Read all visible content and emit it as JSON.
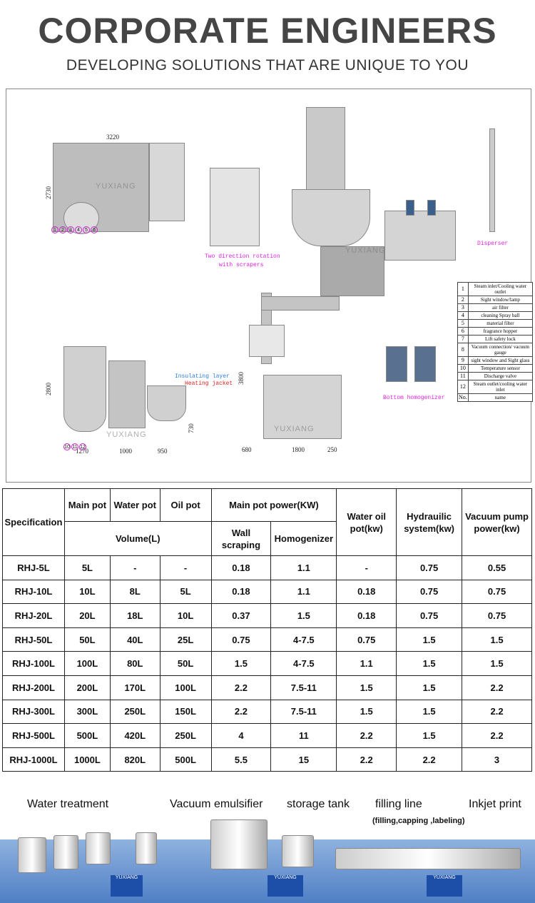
{
  "header": {
    "title": "CORPORATE ENGINEERS",
    "subtitle": "DEVELOPING SOLUTIONS THAT ARE UNIQUE TO YOU"
  },
  "drawing": {
    "watermark": "YUXIANG",
    "dims": {
      "top_width": "3220",
      "top_height": "2730",
      "front_height": "2800",
      "front_w1": "1270",
      "front_w2": "1000",
      "front_w3": "950",
      "front_h2": "730",
      "side_height": "3800",
      "side_w1": "680",
      "side_w2": "1800",
      "side_w3": "250"
    },
    "circles_top": [
      "1",
      "2",
      "3",
      "4",
      "5",
      "6"
    ],
    "circles_front": [
      "10",
      "11",
      "12"
    ],
    "labels": {
      "scrapers_1": "Two direction rotation",
      "scrapers_2": "with scrapers",
      "disperser": "Disperser",
      "insulating": "Insulating layer",
      "heating": "Heating jacket",
      "homogenizer": "Bottom homogenizer"
    },
    "legend": [
      {
        "no": "1",
        "name": "Steam inlet/Cooling water outlet"
      },
      {
        "no": "2",
        "name": "Sight window/lamp"
      },
      {
        "no": "3",
        "name": "air filter"
      },
      {
        "no": "4",
        "name": "cleaning Spray ball"
      },
      {
        "no": "5",
        "name": "material filter"
      },
      {
        "no": "6",
        "name": "fragrance hopper"
      },
      {
        "no": "7",
        "name": "Lift safety lock"
      },
      {
        "no": "8",
        "name": "Vacuum connection/ vacuum gauge"
      },
      {
        "no": "9",
        "name": "sight window and Sight glass"
      },
      {
        "no": "10",
        "name": "Temperature sensor"
      },
      {
        "no": "11",
        "name": "Discharge valve"
      },
      {
        "no": "12",
        "name": "Steam outlet/cooling water inlet"
      },
      {
        "no": "No.",
        "name": "name"
      }
    ]
  },
  "table": {
    "headers": {
      "spec": "Specification",
      "main_pot": "Main pot",
      "water_pot": "Water pot",
      "oil_pot": "Oil pot",
      "main_power": "Main pot power(KW)",
      "volume": "Volume(L)",
      "wall": "Wall scraping",
      "homo": "Homogenizer",
      "water_oil": "Water oil pot(kw)",
      "hydraulic": "Hydrauilic system(kw)",
      "vacuum": "Vacuum pump power(kw)"
    },
    "rows": [
      [
        "RHJ-5L",
        "5L",
        "-",
        "-",
        "0.18",
        "1.1",
        "-",
        "0.75",
        "0.55"
      ],
      [
        "RHJ-10L",
        "10L",
        "8L",
        "5L",
        "0.18",
        "1.1",
        "0.18",
        "0.75",
        "0.75"
      ],
      [
        "RHJ-20L",
        "20L",
        "18L",
        "10L",
        "0.37",
        "1.5",
        "0.18",
        "0.75",
        "0.75"
      ],
      [
        "RHJ-50L",
        "50L",
        "40L",
        "25L",
        "0.75",
        "4-7.5",
        "0.75",
        "1.5",
        "1.5"
      ],
      [
        "RHJ-100L",
        "100L",
        "80L",
        "50L",
        "1.5",
        "4-7.5",
        "1.1",
        "1.5",
        "1.5"
      ],
      [
        "RHJ-200L",
        "200L",
        "170L",
        "100L",
        "2.2",
        "7.5-11",
        "1.5",
        "1.5",
        "2.2"
      ],
      [
        "RHJ-300L",
        "300L",
        "250L",
        "150L",
        "2.2",
        "7.5-11",
        "1.5",
        "1.5",
        "2.2"
      ],
      [
        "RHJ-500L",
        "500L",
        "420L",
        "250L",
        "4",
        "11",
        "2.2",
        "1.5",
        "2.2"
      ],
      [
        "RHJ-1000L",
        "1000L",
        "820L",
        "500L",
        "5.5",
        "15",
        "2.2",
        "2.2",
        "3"
      ]
    ]
  },
  "production_line": {
    "water": "Water treatment",
    "emulsifier": "Vacuum emulsifier",
    "storage": "storage tank",
    "filling": "filling line",
    "filling_sub": "(filling,capping ,labeling)",
    "inkjet": "Inkjet print",
    "sign_brand": "YUXIANG"
  }
}
